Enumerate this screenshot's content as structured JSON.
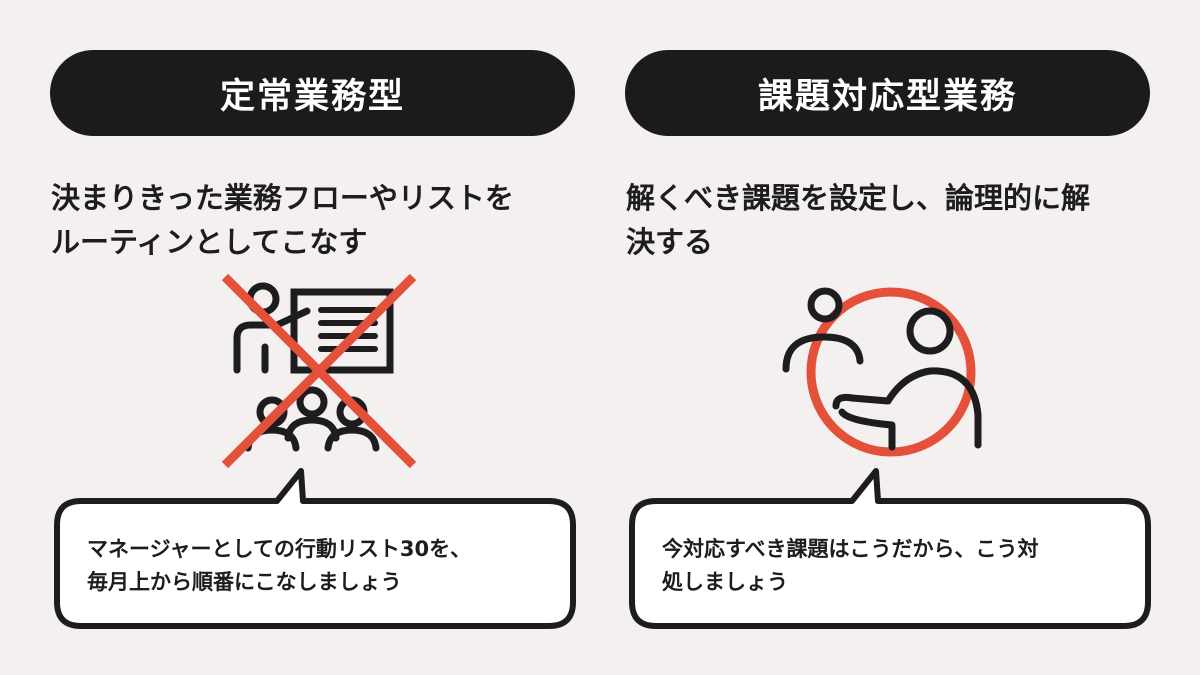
{
  "left": {
    "header": "定常業務型",
    "description_line1": "決まりきった業務フローやリストを",
    "description_line2": "ルーティンとしてこなす",
    "speech_line1": "マネージャーとしての行動リスト30を、",
    "speech_line2": "毎月上から順番にこなしましょう",
    "illustration_icon": "presenter-with-audience-icon",
    "overlay_icon": "cross-mark-icon"
  },
  "right": {
    "header": "課題対応型業務",
    "description_line1": "解くべき課題を設定し、論理的に解",
    "description_line2": "決する",
    "speech_line1": "今対応すべき課題はこうだから、こう対",
    "speech_line2": "処しましょう",
    "illustration_icon": "two-people-discussion-icon",
    "overlay_icon": "circle-mark-icon"
  },
  "colors": {
    "background": "#f3f0ef",
    "pill": "#1b1b1b",
    "accent": "#e4503a",
    "ink": "#1d1d1d",
    "bubble_fill": "#ffffff"
  }
}
